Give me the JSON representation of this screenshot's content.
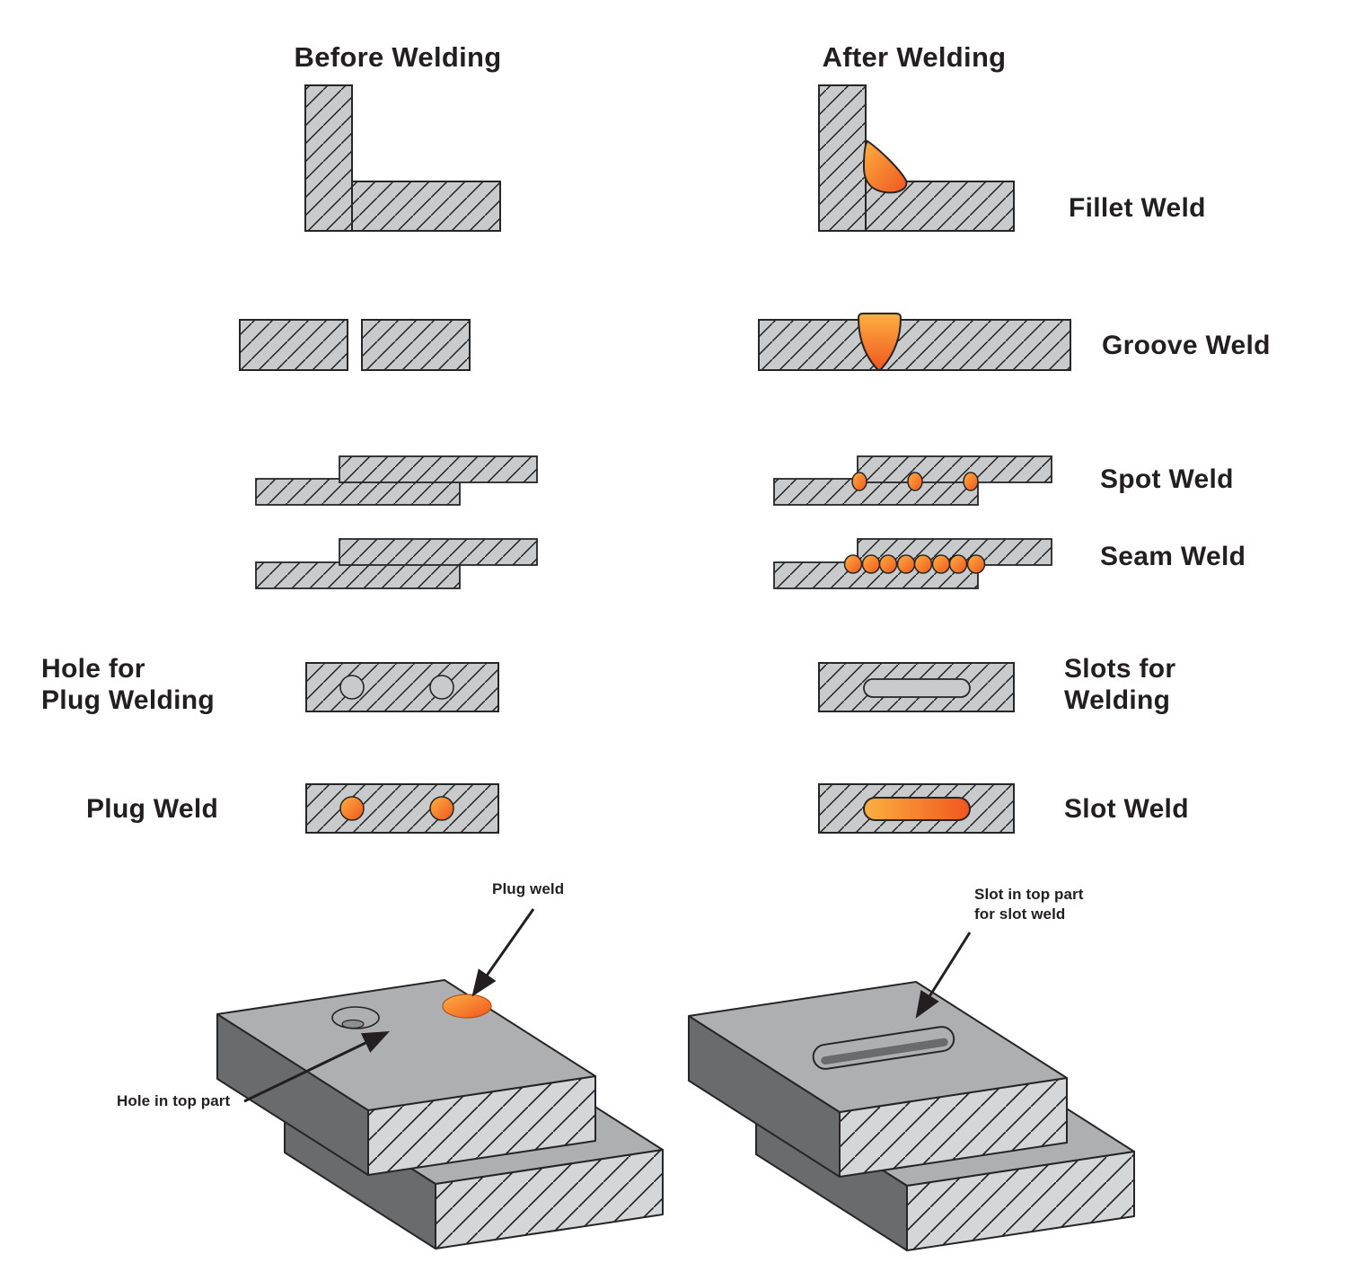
{
  "headers": {
    "before": "Before Welding",
    "after": "After Welding"
  },
  "row_labels": {
    "fillet": "Fillet Weld",
    "groove": "Groove Weld",
    "spot": "Spot Weld",
    "seam": "Seam Weld",
    "hole_for_plug": "Hole for\nPlug Welding",
    "slots_for_welding": "Slots for\nWelding",
    "plug": "Plug Weld",
    "slot": "Slot Weld"
  },
  "annotations": {
    "plug_weld": "Plug weld",
    "hole_in_top": "Hole in top part",
    "slot_in_top": "Slot in top part\nfor slot weld"
  },
  "colors": {
    "plate_gray": "#C9CACB",
    "top_face": "#AEAFB0",
    "side_dark": "#6A6B6D",
    "face_light": "#D5D6D7",
    "inner_hole": "#8E8F90",
    "outline": "#272525",
    "hatch": "#1C1C1C",
    "weld_light": "#FBB040",
    "weld_deep": "#F1561F",
    "text": "#231F20"
  }
}
